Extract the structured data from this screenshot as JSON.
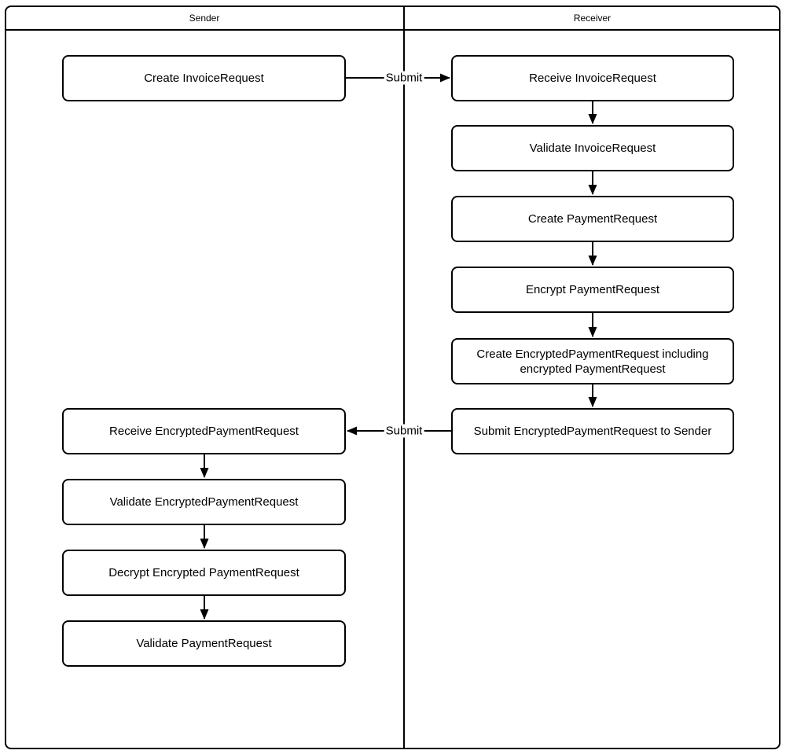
{
  "diagram": {
    "type": "swimlane-flowchart",
    "lanes": [
      {
        "title": "Sender"
      },
      {
        "title": "Receiver"
      }
    ],
    "sender_nodes": [
      {
        "label": "Create InvoiceRequest"
      },
      {
        "label": "Receive EncryptedPaymentRequest"
      },
      {
        "label": "Validate EncryptedPaymentRequest"
      },
      {
        "label": "Decrypt Encrypted PaymentRequest"
      },
      {
        "label": "Validate PaymentRequest"
      }
    ],
    "receiver_nodes": [
      {
        "label": "Receive InvoiceRequest"
      },
      {
        "label": "Validate InvoiceRequest"
      },
      {
        "label": "Create PaymentRequest"
      },
      {
        "label": "Encrypt PaymentRequest"
      },
      {
        "label": "Create EncryptedPaymentRequest including encrypted PaymentRequest"
      },
      {
        "label": "Submit EncryptedPaymentRequest to Sender"
      }
    ],
    "edges": {
      "invoice_submit_label": "Submit",
      "payment_submit_label": "Submit"
    },
    "colors": {
      "line": "#000000",
      "node_fill": "#ffffff",
      "node_border": "#000000",
      "text": "#000000",
      "background": "#ffffff"
    }
  }
}
